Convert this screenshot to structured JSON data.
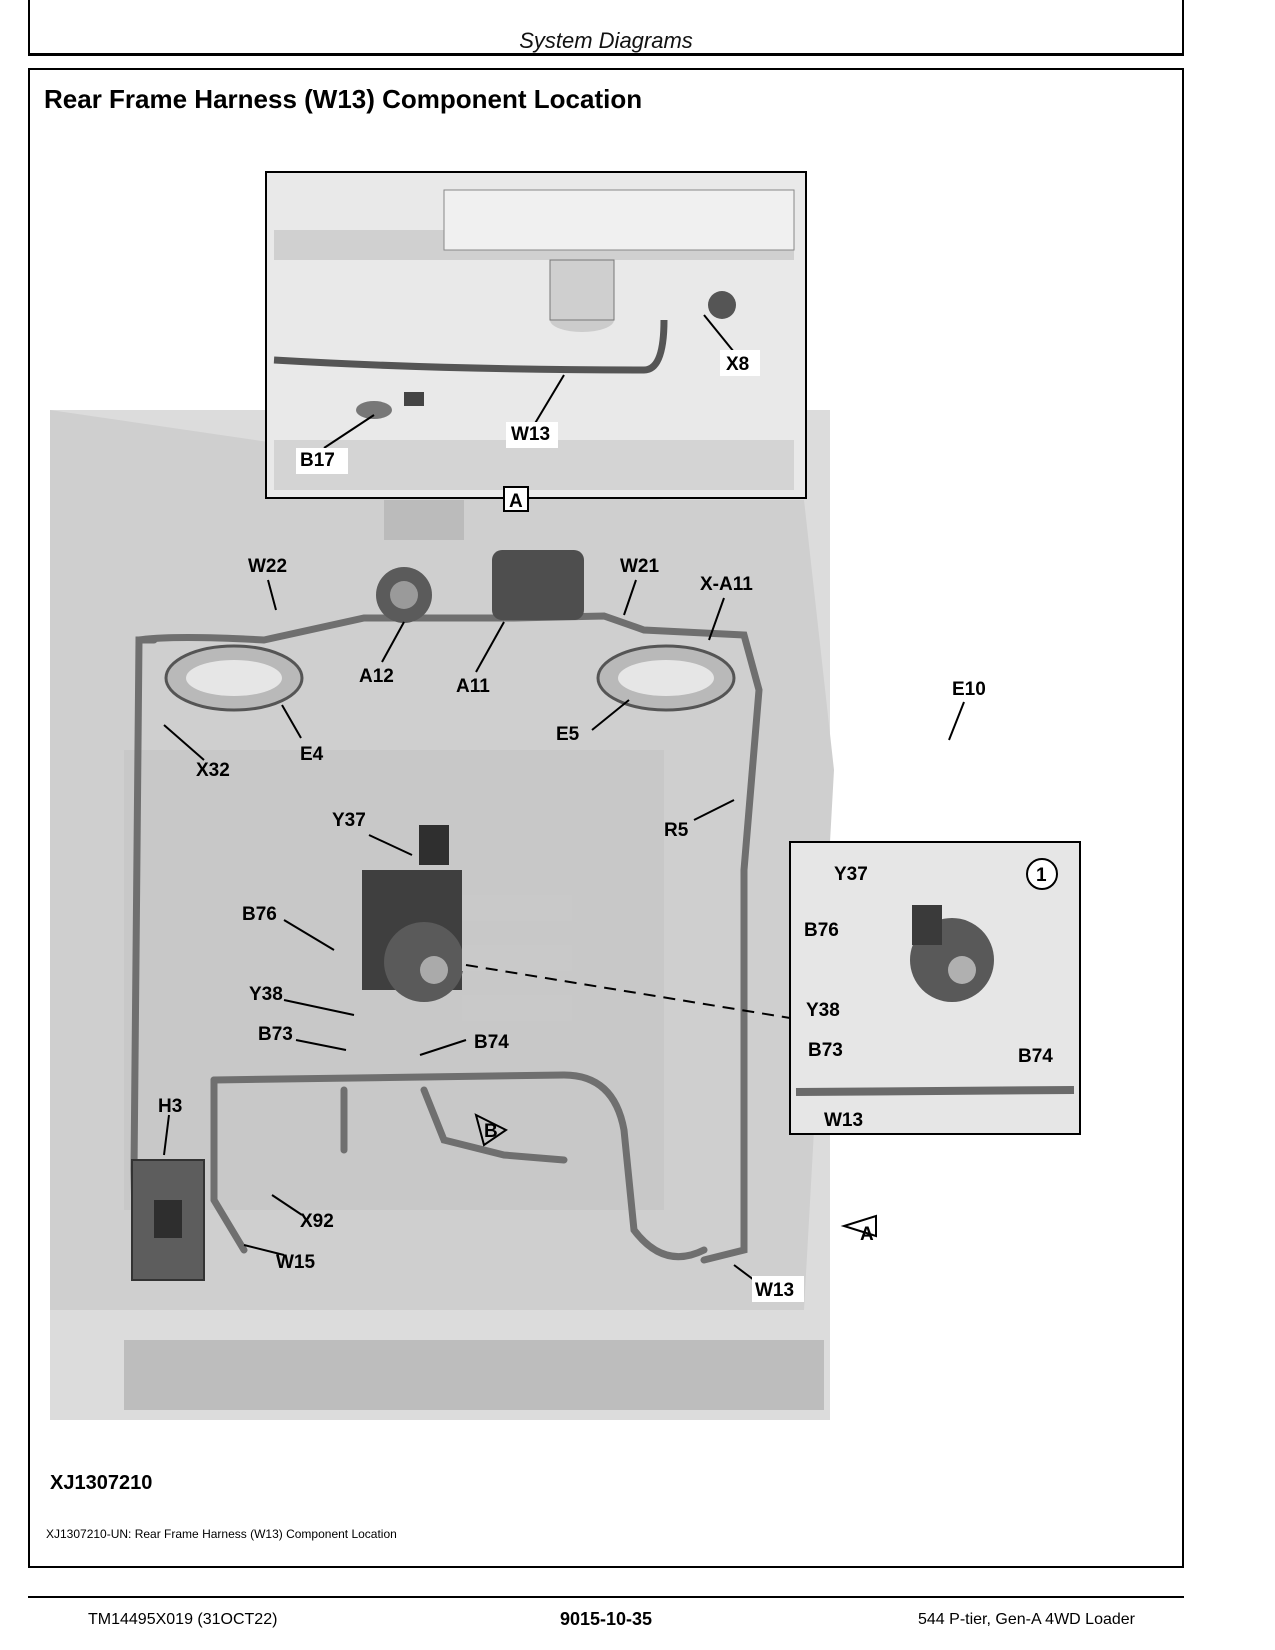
{
  "header": {
    "section": "System Diagrams"
  },
  "page": {
    "heading": "Rear Frame Harness (W13) Component Location"
  },
  "figure": {
    "id": "XJ1307210",
    "caption": "XJ1307210-UN: Rear Frame Harness (W13) Component Location",
    "callouts": {
      "x8": "X8",
      "w13_top": "W13",
      "b17": "B17",
      "view_a": "A",
      "w22": "W22",
      "w21": "W21",
      "xa11": "X-A11",
      "a12": "A12",
      "a11": "A11",
      "e10": "E10",
      "e5": "E5",
      "e4": "E4",
      "x32": "X32",
      "r5": "R5",
      "y37": "Y37",
      "b76": "B76",
      "y38": "Y38",
      "b73": "B73",
      "b74": "B74",
      "h3": "H3",
      "b_arrow": "B",
      "x92": "X92",
      "w15": "W15",
      "a_arrow": "A",
      "w13_bottom": "W13",
      "detail_number": "1",
      "d_y37": "Y37",
      "d_b76": "B76",
      "d_y38": "Y38",
      "d_b73": "B73",
      "d_b74": "B74",
      "d_w13": "W13"
    }
  },
  "footer": {
    "left": "TM14495X019 (31OCT22)",
    "center": "9015-10-35",
    "right": "544 P-tier, Gen-A 4WD Loader"
  }
}
